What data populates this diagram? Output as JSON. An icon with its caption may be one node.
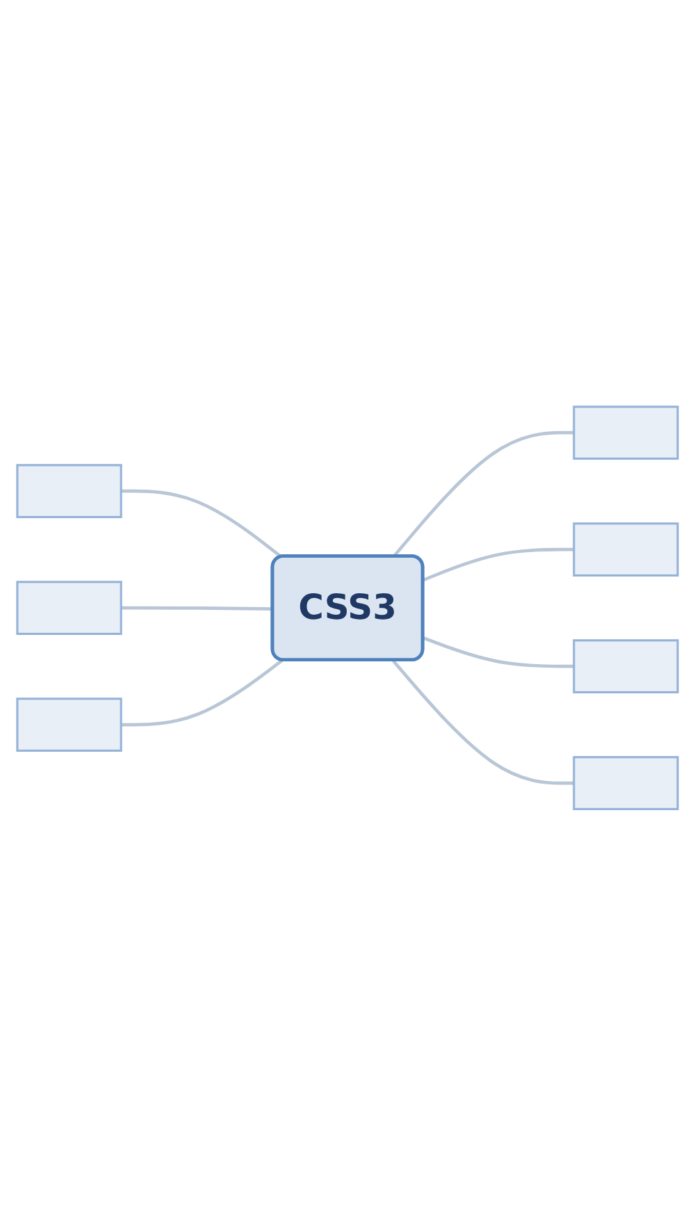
{
  "diagram": {
    "nodes": [
      {
        "text": [
          "CSS3"
        ]
      },
      {
        "text": [],
        "shape": "box"
      },
      {
        "text": [],
        "shape": "box"
      },
      {
        "text": [],
        "shape": "box"
      },
      {
        "text": [],
        "shape": "box"
      },
      {
        "text": [],
        "shape": "box"
      },
      {
        "text": [],
        "shape": "box"
      },
      {
        "text": [],
        "shape": "box"
      }
    ],
    "edges": [
      {
        "from": 1,
        "to": 0,
        "arrow": "none"
      },
      {
        "from": 2,
        "to": 0,
        "arrow": "none"
      },
      {
        "from": 3,
        "to": 0,
        "arrow": "none"
      },
      {
        "from": 0,
        "to": 4,
        "arrow": "none"
      },
      {
        "from": 0,
        "to": 5,
        "arrow": "none"
      },
      {
        "from": 0,
        "to": 6,
        "arrow": "none"
      },
      {
        "from": 0,
        "to": 7,
        "arrow": "none"
      }
    ]
  }
}
